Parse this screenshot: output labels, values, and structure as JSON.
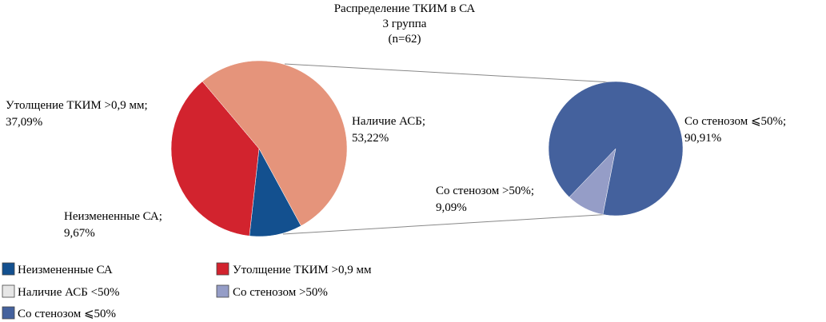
{
  "chart_data": {
    "type": "pie",
    "title": [
      "Распределение ТКИМ в СА",
      "3 группа",
      "(n=62)"
    ],
    "main_pie": {
      "slices": [
        {
          "key": "unchanged",
          "name": "Неизмененные СА",
          "value": 9.67,
          "color": "#13508f",
          "label_name": "Неизмененные СА;",
          "label_value": "9,67%"
        },
        {
          "key": "thickening",
          "name": "Утолщение ТКИМ >0,9 мм",
          "value": 37.09,
          "color": "#d2232e",
          "label_name": "Утолщение ТКИМ >0,9 мм;",
          "label_value": "37,09%"
        },
        {
          "key": "asb",
          "name": "Наличие АСБ",
          "value": 53.22,
          "color": "#e5947b",
          "label_name": "Наличие АСБ;",
          "label_value": "53,22%"
        }
      ]
    },
    "detail_pie": {
      "slices": [
        {
          "key": "stenosis_gt50",
          "name": "Со стенозом >50%",
          "value": 9.09,
          "color": "#959dc7",
          "label_name": "Со стенозом >50%;",
          "label_value": "9,09%"
        },
        {
          "key": "stenosis_le50",
          "name": "Со стенозом ⩽50%",
          "value": 90.91,
          "color": "#44619d",
          "label_name": "Со стенозом ⩽50%;",
          "label_value": "90,91%"
        }
      ]
    },
    "legend": [
      {
        "label": "Неизмененные СА",
        "color": "#13508f"
      },
      {
        "label": "Утолщение ТКИМ >0,9 мм",
        "color": "#d2232e"
      },
      {
        "label": "Наличие АСБ <50%",
        "color": "#e6e6e6"
      },
      {
        "label": "Со стенозом >50%",
        "color": "#959dc7"
      },
      {
        "label": "Со стенозом ⩽50%",
        "color": "#44619d"
      }
    ],
    "legend_placement": "bottom-left"
  }
}
